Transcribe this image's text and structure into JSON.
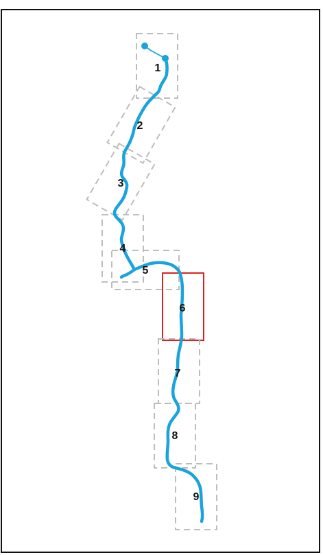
{
  "colors": {
    "route": "#1aa3dc",
    "tile_border": "#bdbdbd",
    "active_tile_border": "#e02020",
    "frame_border": "#111111"
  },
  "tiles": [
    {
      "label": "1",
      "active": false
    },
    {
      "label": "2",
      "active": false
    },
    {
      "label": "3",
      "active": false
    },
    {
      "label": "4",
      "active": false
    },
    {
      "label": "5",
      "active": false
    },
    {
      "label": "6",
      "active": true
    },
    {
      "label": "7",
      "active": false
    },
    {
      "label": "8",
      "active": false
    },
    {
      "label": "9",
      "active": false
    }
  ],
  "route": {
    "start_marker": "route-start-dot",
    "end_marker": "route-end-dot"
  }
}
